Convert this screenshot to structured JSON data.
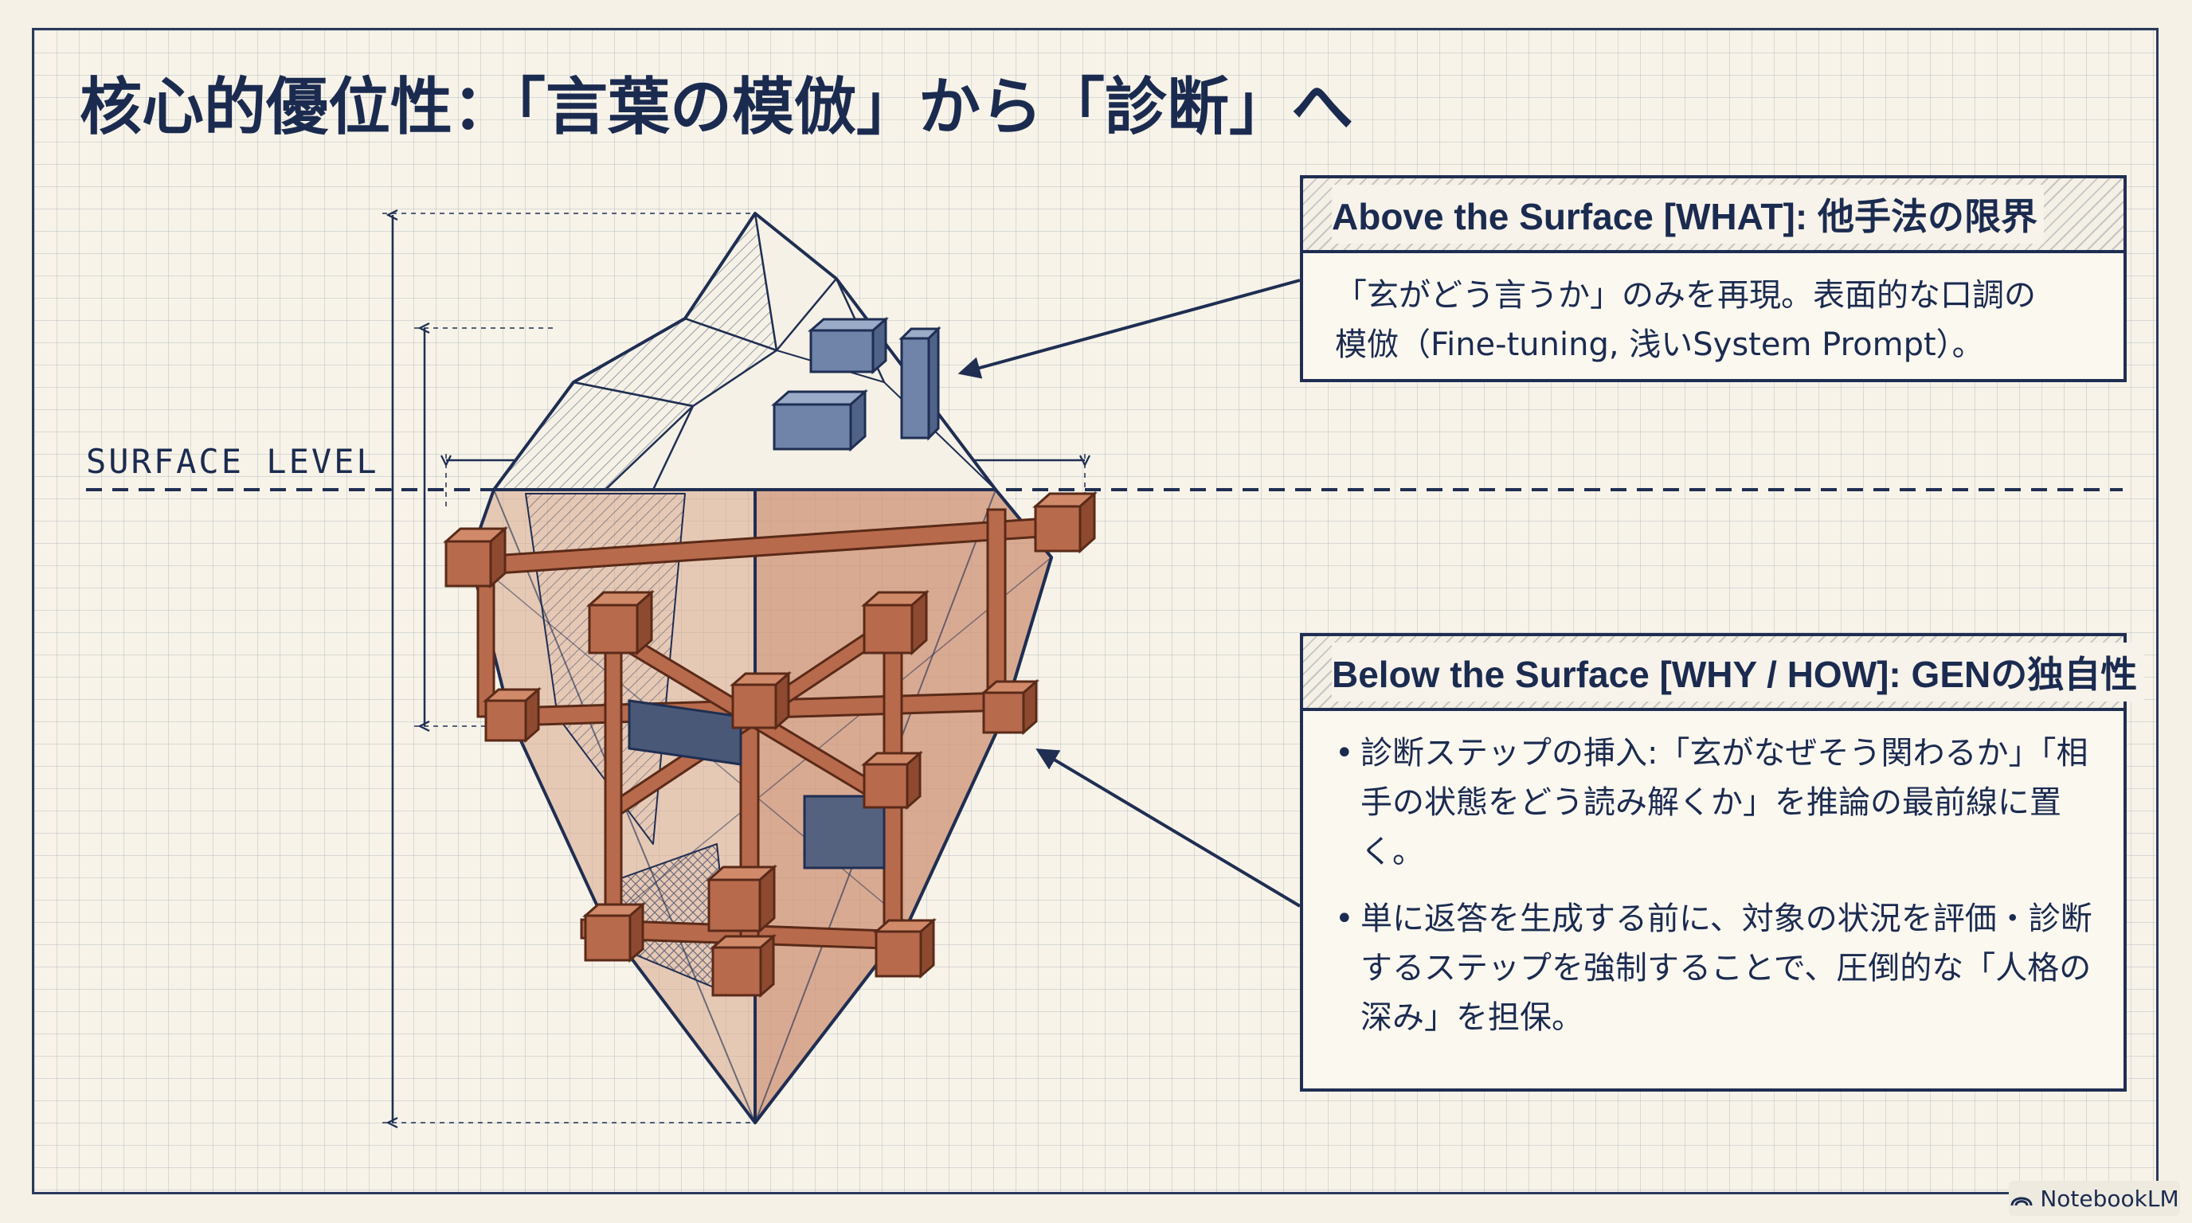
{
  "title": "核心的優位性：「言葉の模倣」から「診断」へ",
  "surface_label": "SURFACE LEVEL",
  "above": {
    "heading": "Above the Surface [WHAT]: 他手法の限界",
    "lines": [
      "「玄がどう言うか」のみを再現。表面的な口調の",
      "模倣（Fine-tuning, 浅いSystem Prompt）。"
    ]
  },
  "below": {
    "heading": "Below the Surface [WHY / HOW]: GENの独自性",
    "bullets": [
      "診断ステップの挿入:「玄がなぜそう関わるか」「相手の状態をどう読み解くか」を推論の最前線に置く。",
      "単に返答を生成する前に、対象の状況を評価・診断するステップを強制することで、圧倒的な「人格の深み」を担保。"
    ]
  },
  "brand": "NotebookLM",
  "colors": {
    "ink": "#1f2e52",
    "paper": "#f7f3e8",
    "copper": "#b86a4c",
    "copper_dark": "#7a3a24",
    "steel": "#6f84a8"
  },
  "icons": [
    "notebooklm-logo-icon"
  ]
}
